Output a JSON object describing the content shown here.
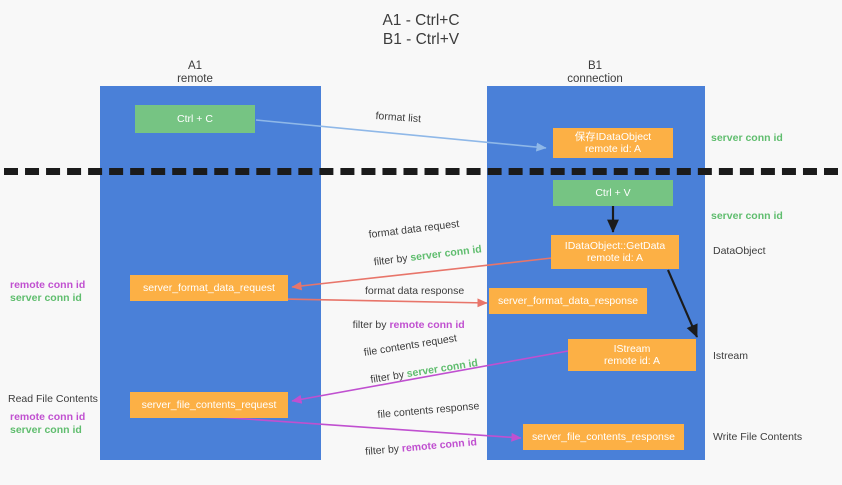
{
  "title": {
    "line1": "A1 - Ctrl+C",
    "line2": "B1 - Ctrl+V"
  },
  "columns": [
    {
      "name": "A1",
      "sub": "remote"
    },
    {
      "name": "B1",
      "sub": "connection"
    }
  ],
  "nodes": [
    {
      "id": "ctrl-c",
      "label": "Ctrl + C",
      "sub": "",
      "color": "green"
    },
    {
      "id": "save-idataobject",
      "label": "保存IDataObject",
      "sub": "remote id: A",
      "color": "orange"
    },
    {
      "id": "ctrl-v",
      "label": "Ctrl + V",
      "sub": "",
      "color": "green"
    },
    {
      "id": "idataobject-getdata",
      "label": "IDataObject::GetData",
      "sub": "remote id: A",
      "color": "orange"
    },
    {
      "id": "server-format-data-request",
      "label": "server_format_data_request",
      "sub": "",
      "color": "orange"
    },
    {
      "id": "server-format-data-response",
      "label": "server_format_data_response",
      "sub": "",
      "color": "orange"
    },
    {
      "id": "istream",
      "label": "IStream",
      "sub": "remote id: A",
      "color": "orange"
    },
    {
      "id": "server-file-contents-request",
      "label": "server_file_contents_request",
      "sub": "",
      "color": "orange"
    },
    {
      "id": "server-file-contents-response",
      "label": "server_file_contents_response",
      "sub": "",
      "color": "orange"
    }
  ],
  "flows": {
    "format_list": "format list",
    "format_data_request": "format data request",
    "format_data_request_filter_prefix": "filter by ",
    "format_data_request_filter_key": "server conn id",
    "format_data_response": "format data response",
    "format_data_response_filter_prefix": "filter by ",
    "format_data_response_filter_key": "remote conn id",
    "file_contents_request": "file contents request",
    "file_contents_request_filter_prefix": "filter by ",
    "file_contents_request_filter_key": "server conn id",
    "file_contents_response": "file contents response",
    "file_contents_response_filter_prefix": "filter by ",
    "file_contents_response_filter_key": "remote conn id"
  },
  "left_annotations": [
    {
      "id": "fmt-remote-conn-id",
      "text": "remote conn id",
      "color": "purple"
    },
    {
      "id": "fmt-server-conn-id",
      "text": "server conn id",
      "color": "green"
    },
    {
      "id": "read-file-contents",
      "text": "Read File Contents",
      "color": "dark"
    },
    {
      "id": "file-remote-conn-id",
      "text": "remote conn id",
      "color": "purple"
    },
    {
      "id": "file-server-conn-id",
      "text": "server conn id",
      "color": "green"
    }
  ],
  "right_annotations": [
    {
      "id": "top-server-conn-id",
      "text": "server conn id",
      "color": "green"
    },
    {
      "id": "paste-server-conn-id",
      "text": "server conn id",
      "color": "green"
    },
    {
      "id": "dataobject",
      "text": "DataObject",
      "color": "dark"
    },
    {
      "id": "istream-label",
      "text": "Istream",
      "color": "dark"
    },
    {
      "id": "write-file-contents",
      "text": "Write File Contents",
      "color": "dark"
    }
  ],
  "colors": {
    "lane": "#4a80d8",
    "node_green": "#76c483",
    "node_orange": "#fcb045",
    "arrow_light_blue": "#8fb8e8",
    "arrow_red": "#e8756a",
    "arrow_purple": "#c050d0",
    "arrow_black": "#1b1b1b",
    "text_green": "#5fbd6e",
    "text_purple": "#c050d0",
    "background": "#f8f8f8"
  }
}
